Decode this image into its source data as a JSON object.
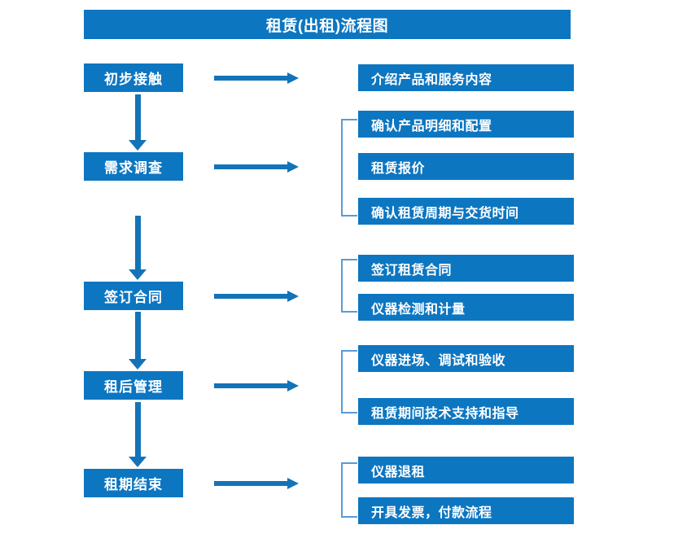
{
  "title": {
    "text": "租赁(出租)流程图"
  },
  "colors": {
    "box_fill": "#0d76c1",
    "box_text": "#ffffff",
    "arrow": "#1373b8",
    "bracket": "#5b9bd5",
    "background": "#ffffff"
  },
  "stages": [
    {
      "label": "初步接触"
    },
    {
      "label": "需求调查"
    },
    {
      "label": "签订合同"
    },
    {
      "label": "租后管理"
    },
    {
      "label": "租期结束"
    }
  ],
  "details": [
    {
      "label": "介绍产品和服务内容"
    },
    {
      "label": "确认产品明细和配置"
    },
    {
      "label": "租赁报价"
    },
    {
      "label": "确认租赁周期与交货时间"
    },
    {
      "label": "签订租赁合同"
    },
    {
      "label": "仪器检测和计量"
    },
    {
      "label": "仪器进场、调试和验收"
    },
    {
      "label": "租赁期间技术支持和指导"
    },
    {
      "label": "仪器退租"
    },
    {
      "label": "开具发票，付款流程"
    }
  ],
  "groups": [
    {
      "name": "需求调查-group"
    },
    {
      "name": "签订合同-group"
    },
    {
      "name": "租后管理-group"
    },
    {
      "name": "租期结束-group"
    }
  ]
}
